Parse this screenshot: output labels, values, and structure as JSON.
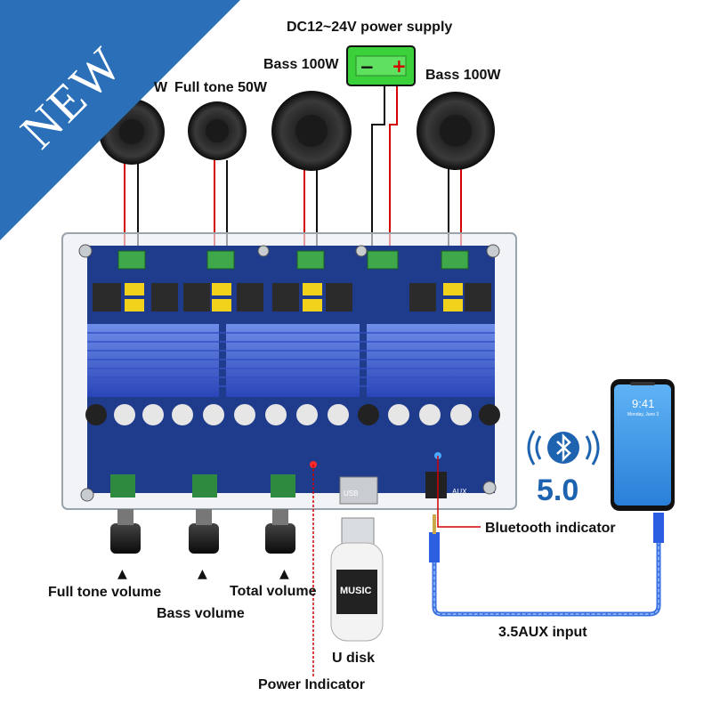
{
  "badge": {
    "text": "NEW",
    "color": "#2a6fb8"
  },
  "power_supply": {
    "label": "DC12~24V power supply",
    "minus": "−",
    "plus": "+",
    "color": "#3bd13b"
  },
  "speakers": {
    "left_label_partial": "W",
    "full_tone_label": "Full tone 50W",
    "bass_left_label": "Bass 100W",
    "bass_right_label": "Bass 100W"
  },
  "controls": {
    "full_tone_volume": "Full tone volume",
    "bass_volume": "Bass volume",
    "total_volume": "Total volume",
    "arrow": "▲"
  },
  "indicators": {
    "bluetooth": "Bluetooth indicator",
    "power": "Power Indicator",
    "u_disk": "U disk",
    "aux_input": "3.5AUX input"
  },
  "bluetooth_version": "5.0",
  "phone": {
    "time": "9:41",
    "date": "Monday, June 3"
  },
  "udisk_label": "MUSIC",
  "board_silkscreen": {
    "usb": "USB",
    "aux": "AUX"
  }
}
